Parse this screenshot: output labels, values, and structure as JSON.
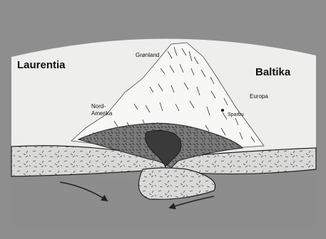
{
  "labels": {
    "laurentia": "Laurentia",
    "baltika": "Baltika",
    "gronland": "Grønland",
    "nord_amerika_line1": "Nord-",
    "nord_amerika_line2": "Amerika",
    "europa": "Europa",
    "sparbu": "Sparbu"
  },
  "colors": {
    "background": "#ffffff",
    "frame": "#8e8e8e",
    "sky": "#eeeeec",
    "mountains": "#f7f7f5",
    "crust": "#d9d9d7",
    "mantle": "#8d8d8d",
    "nappe_dark": "#3a3a3a",
    "line": "#222222"
  },
  "arrows": {
    "left": "flow-arrow",
    "right": "flow-arrow"
  }
}
